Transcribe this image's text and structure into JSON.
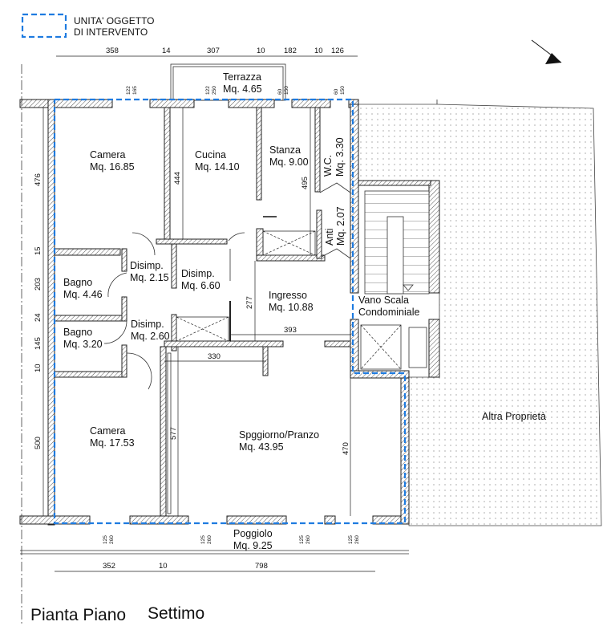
{
  "legend": {
    "line1": "UNITA' OGGETTO",
    "line2": "DI INTERVENTO",
    "color": "#1e7be0"
  },
  "title": {
    "part1": "Pianta Piano",
    "part2": "Settimo"
  },
  "rooms": {
    "camera1": {
      "name": "Camera",
      "area": "Mq. 16.85"
    },
    "cucina": {
      "name": "Cucina",
      "area": "Mq. 14.10"
    },
    "stanza": {
      "name": "Stanza",
      "area": "Mq. 9.00"
    },
    "wc": {
      "name": "W.C.",
      "area": "Mq. 3.30"
    },
    "anti": {
      "name": "Anti",
      "area": "Mq. 2.07"
    },
    "disimp1": {
      "name": "Disimp.",
      "area": "Mq. 2.15"
    },
    "disimp2": {
      "name": "Disimp.",
      "area": "Mq. 6.60"
    },
    "bagno1": {
      "name": "Bagno",
      "area": "Mq. 4.46"
    },
    "bagno2": {
      "name": "Bagno",
      "area": "Mq. 3.20"
    },
    "disimp3": {
      "name": "Disimp.",
      "area": "Mq. 2.60"
    },
    "ingresso": {
      "name": "Ingresso",
      "area": "Mq. 10.88"
    },
    "vano": {
      "name": "Vano Scala",
      "sub": "Condominiale"
    },
    "camera2": {
      "name": "Camera",
      "area": "Mq. 17.53"
    },
    "soggiorno": {
      "name": "Spggiorno/Pranzo",
      "area": "Mq. 43.95"
    },
    "altra": {
      "name": "Altra Proprietà"
    },
    "terrazza": {
      "name": "Terrazza",
      "area": "Mq. 4.65"
    },
    "poggiolo": {
      "name": "Poggiolo",
      "area": "Mq. 9.25"
    }
  },
  "dims": {
    "top": [
      "358",
      "14",
      "307",
      "10",
      "182",
      "10",
      "126"
    ],
    "left": [
      "476",
      "15",
      "203",
      "24",
      "145",
      "10",
      "500"
    ],
    "bottom": [
      "352",
      "10",
      "798"
    ],
    "inner": {
      "d444": "444",
      "d495": "495",
      "d277": "277",
      "d393": "393",
      "d330": "330",
      "d577": "577",
      "d470": "470"
    },
    "windows_top": [
      [
        "122",
        "165"
      ],
      [
        "122",
        "250"
      ],
      [
        "60",
        "150"
      ],
      [
        "60",
        "150"
      ]
    ],
    "windows_bottom": [
      [
        "125",
        "260"
      ],
      [
        "125",
        "260"
      ],
      [
        "125",
        "260"
      ],
      [
        "125",
        "260"
      ]
    ]
  }
}
